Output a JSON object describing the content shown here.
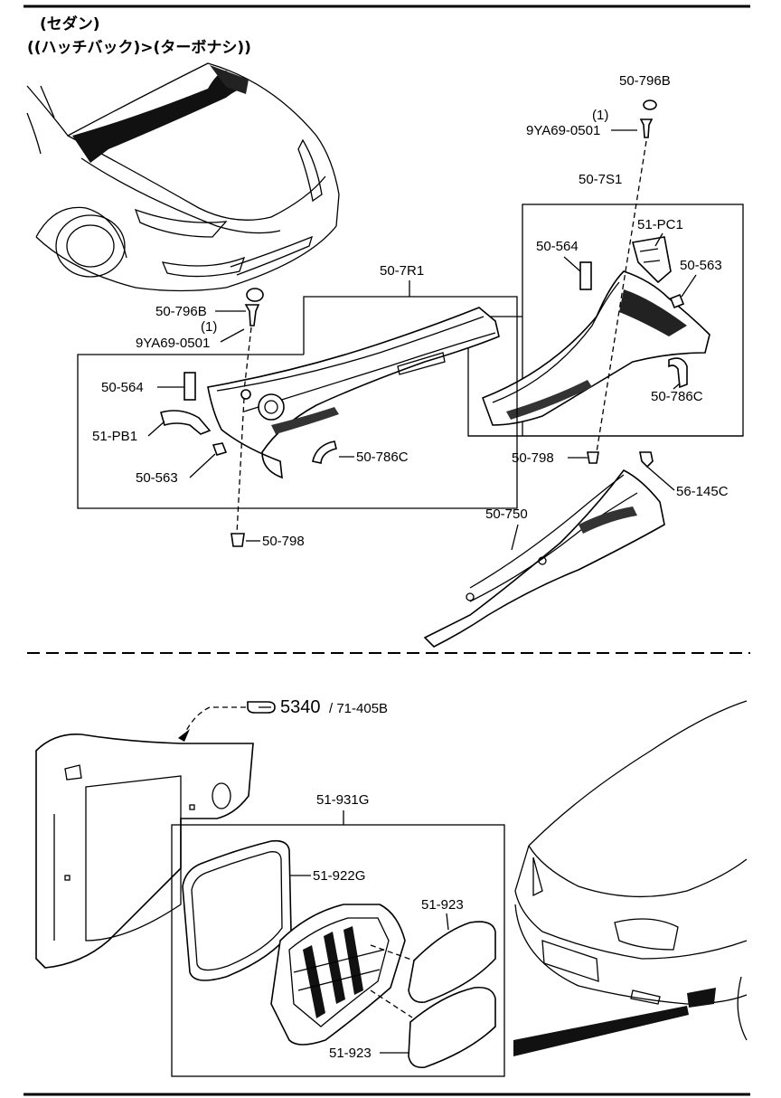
{
  "header": {
    "line1": "(セダン)",
    "line2": "((ハッチバック)>(ターボナシ))"
  },
  "upper_labels": {
    "b796_right": "50-796B",
    "qty1_right": "(1)",
    "screw_right": "9YA69-0501",
    "assy_7s1": "50-7S1",
    "pc1": "51-PC1",
    "p564_right": "50-564",
    "p563_right": "50-563",
    "p786c_right": "50-786C",
    "p798_right": "50-798",
    "p145c": "56-145C",
    "p750": "50-750",
    "assy_7r1": "50-7R1",
    "b796_left": "50-796B",
    "qty1_left": "(1)",
    "screw_left": "9YA69-0501",
    "p564_left": "50-564",
    "pb1": "51-PB1",
    "p563_left": "50-563",
    "p786c_left": "50-786C",
    "p798_left": "50-798"
  },
  "lower_labels": {
    "ref_main": "5340",
    "ref_sub": "/ 71-405B",
    "assy_931g": "51-931G",
    "p922g": "51-922G",
    "p923_top": "51-923",
    "p923_bottom": "51-923"
  },
  "icons": [
    "pointing-hand-icon"
  ]
}
